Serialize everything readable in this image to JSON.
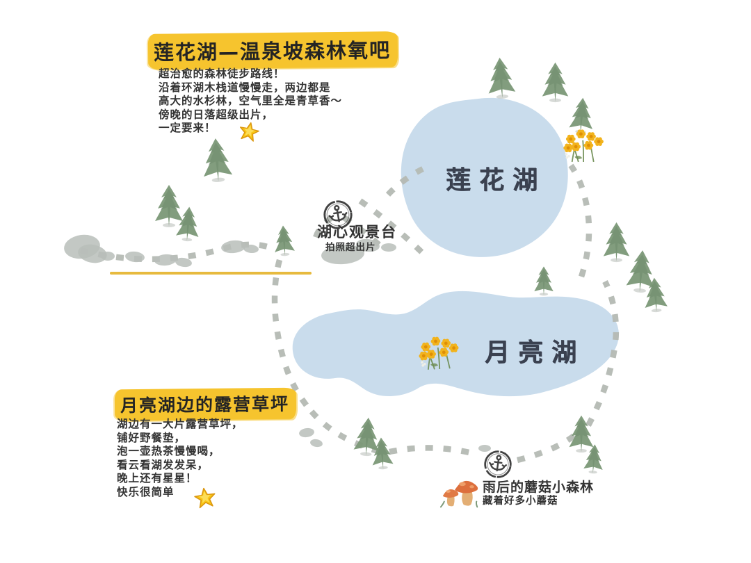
{
  "colors": {
    "lake_blue": "#c9dcec",
    "highlight_yellow": "#f6c42e",
    "tree_green": "#7b9877",
    "path_gray": "#b5bab4",
    "text_dark": "#333333",
    "underline_yellow": "#e7ba3e",
    "flower_yellow": "#f2b31c",
    "mushroom_orange": "#dd6f3d"
  },
  "lakes": [
    {
      "name": "莲花湖"
    },
    {
      "name": "月亮湖"
    }
  ],
  "notes": [
    {
      "title": "莲花湖—温泉坡森林氧吧",
      "lines": [
        "超治愈的森林徒步路线！",
        "沿着环湖木栈道慢慢走，两边都是",
        "高大的水杉林，空气里全是青草香～",
        "傍晚的日落超级出片，",
        "一定要来！"
      ]
    },
    {
      "title": "月亮湖边的露营草坪",
      "lines": [
        "湖边有一大片露营草坪，",
        "铺好野餐垫，",
        "泡一壶热茶慢慢喝，",
        "看云看湖发发呆，",
        "晚上还有星星！",
        "快乐很简单"
      ]
    }
  ],
  "labels": {
    "viewpoint": {
      "line1": "湖心观景台",
      "line2": "拍照超出片"
    },
    "mushroom": {
      "line1": "雨后的蘑菇小森林",
      "line2": "藏着好多小蘑菇"
    }
  },
  "icons": {
    "anchor_stamp": "⚓",
    "pine_tree": "🌲",
    "flowers": "✿",
    "mushrooms": "🍄",
    "star": "⭐"
  }
}
